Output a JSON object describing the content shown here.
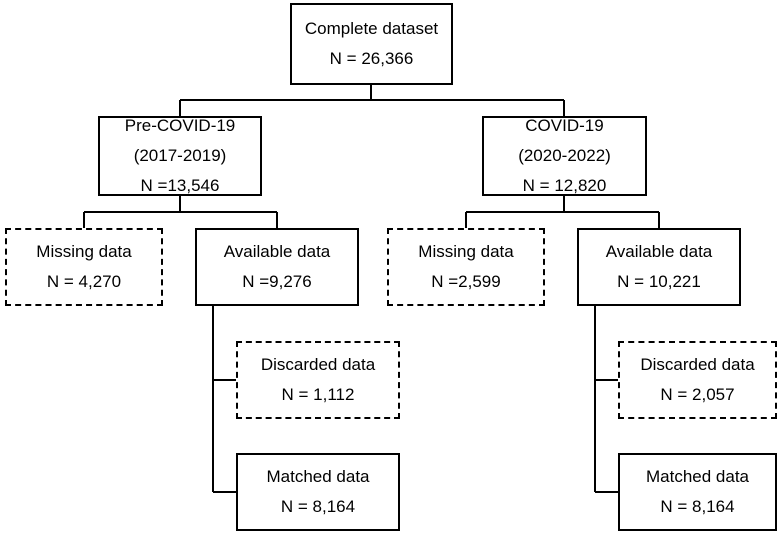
{
  "boxes": {
    "complete": {
      "title": "Complete dataset",
      "count": "N = 26,366"
    },
    "pre_covid": {
      "title": "Pre-COVID-19",
      "period": "(2017-2019)",
      "count": "N =13,546"
    },
    "covid": {
      "title": "COVID-19",
      "period": "(2020-2022)",
      "count": "N = 12,820"
    },
    "pre_missing": {
      "title": "Missing data",
      "count": "N = 4,270"
    },
    "pre_available": {
      "title": "Available data",
      "count": "N =9,276"
    },
    "covid_missing": {
      "title": "Missing data",
      "count": "N =2,599"
    },
    "covid_available": {
      "title": "Available data",
      "count": "N = 10,221"
    },
    "pre_discarded": {
      "title": "Discarded data",
      "count": "N = 1,112"
    },
    "pre_matched": {
      "title": "Matched data",
      "count": "N = 8,164"
    },
    "covid_discarded": {
      "title": "Discarded data",
      "count": "N = 2,057"
    },
    "covid_matched": {
      "title": "Matched data",
      "count": "N = 8,164"
    }
  },
  "colors": {
    "line": "#000000",
    "background": "#ffffff"
  }
}
